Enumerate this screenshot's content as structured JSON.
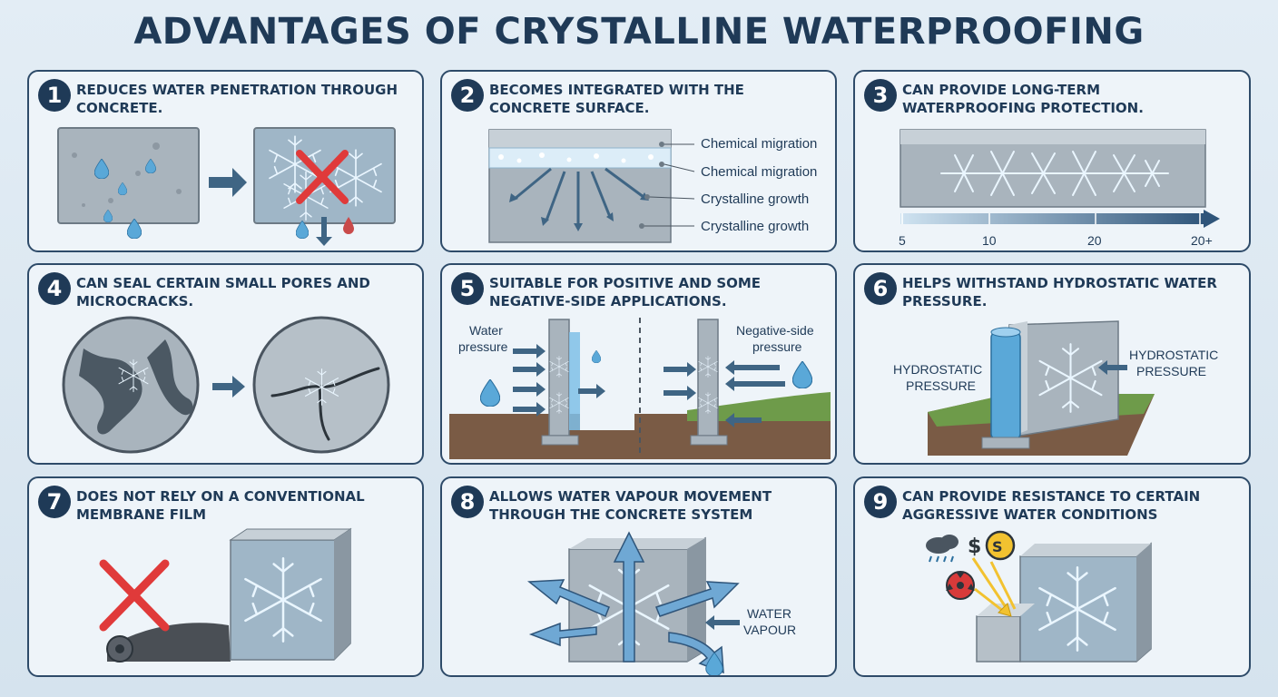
{
  "title": "ADVANTAGES OF CRYSTALLINE WATERPROOFING",
  "colors": {
    "navy": "#1f3a57",
    "concrete": "#a9b4bd",
    "crystal": "#cfe6f7",
    "cross": "#e03a3a",
    "water": "#5aa8d8"
  },
  "cards": [
    {
      "number": "1",
      "heading": "REDUCES WATER PENETRATION THROUGH CONCRETE."
    },
    {
      "number": "2",
      "heading": "BECOMES INTEGRATED WITH THE CONCRETE SURFACE.",
      "labels": [
        "Chemical migration",
        "Chemical migration",
        "Crystalline growth",
        "Crystalline growth"
      ]
    },
    {
      "number": "3",
      "heading": "CAN PROVIDE LONG-TERM WATERPROOFING PROTECTION.",
      "scale": [
        "5",
        "10",
        "20",
        "20+"
      ]
    },
    {
      "number": "4",
      "heading": "CAN SEAL CERTAIN SMALL PORES AND MICROCRACKS."
    },
    {
      "number": "5",
      "heading": "SUITABLE FOR POSITIVE AND SOME NEGATIVE-SIDE APPLICATIONS.",
      "labels": {
        "left_1": "Water",
        "left_2": "pressure",
        "right_1": "Negative-side",
        "right_2": "pressure"
      }
    },
    {
      "number": "6",
      "heading": "HELPS WITHSTAND HYDROSTATIC WATER PRESSURE.",
      "labels": {
        "left_1": "HYDROSTATIC",
        "left_2": "PRESSURE",
        "right_1": "HYDROSTATIC",
        "right_2": "PRESSURE"
      }
    },
    {
      "number": "7",
      "heading": "DOES NOT RELY ON A CONVENTIONAL MEMBRANE FILM"
    },
    {
      "number": "8",
      "heading": "ALLOWS WATER VAPOUR MOVEMENT THROUGH THE CONCRETE SYSTEM",
      "labels": {
        "line_1": "WATER",
        "line_2": "VAPOUR"
      }
    },
    {
      "number": "9",
      "heading": "CAN PROVIDE RESISTANCE TO CERTAIN AGGRESSIVE WATER CONDITIONS",
      "icons": [
        "rain-cloud-icon",
        "dollar-sign-icon",
        "chemical-coin-icon",
        "hazard-icon"
      ]
    }
  ]
}
